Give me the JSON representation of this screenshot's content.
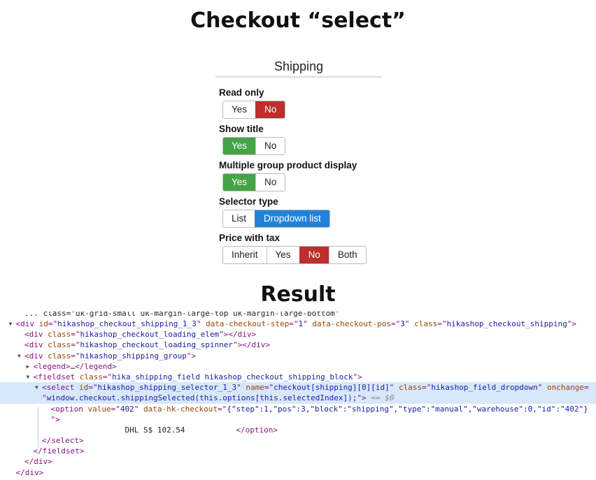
{
  "title": "Checkout “select”",
  "panel": {
    "title": "Shipping",
    "fields": [
      {
        "label": "Read only",
        "options": [
          "Yes",
          "No"
        ],
        "selected": "No",
        "color": "#bd2f2a"
      },
      {
        "label": "Show title",
        "options": [
          "Yes",
          "No"
        ],
        "selected": "Yes",
        "color": "#45a347"
      },
      {
        "label": "Multiple group product display",
        "options": [
          "Yes",
          "No"
        ],
        "selected": "Yes",
        "color": "#45a347"
      },
      {
        "label": "Selector type",
        "options": [
          "List",
          "Dropdown list"
        ],
        "selected": "Dropdown list",
        "color": "#2382d8"
      },
      {
        "label": "Price with tax",
        "options": [
          "Inherit",
          "Yes",
          "No",
          "Both"
        ],
        "selected": "No",
        "color": "#bd2f2a"
      }
    ]
  },
  "result_title": "Result",
  "code": {
    "lines": [
      {
        "indent": 2,
        "first": true,
        "tokens": [
          {
            "t": "txt",
            "v": "... class=\"uk-grid-small uk-margin-large-top uk-margin-large-bottom\""
          }
        ]
      },
      {
        "indent": 1,
        "toggle": "open",
        "tokens": [
          {
            "t": "tag",
            "v": "<div "
          },
          {
            "t": "attr",
            "v": "id"
          },
          {
            "t": "tag",
            "v": "=\""
          },
          {
            "t": "val",
            "v": "hikashop_checkout_shipping_1_3"
          },
          {
            "t": "tag",
            "v": "\" "
          },
          {
            "t": "attr",
            "v": "data-checkout-step"
          },
          {
            "t": "tag",
            "v": "=\""
          },
          {
            "t": "val",
            "v": "1"
          },
          {
            "t": "tag",
            "v": "\" "
          },
          {
            "t": "attr",
            "v": "data-checkout-pos"
          },
          {
            "t": "tag",
            "v": "=\""
          },
          {
            "t": "val",
            "v": "3"
          },
          {
            "t": "tag",
            "v": "\" "
          },
          {
            "t": "attr",
            "v": "class"
          },
          {
            "t": "tag",
            "v": "=\""
          },
          {
            "t": "val",
            "v": "hikashop_checkout_shipping"
          },
          {
            "t": "tag",
            "v": "\">"
          }
        ]
      },
      {
        "indent": 2,
        "tokens": [
          {
            "t": "tag",
            "v": "<div "
          },
          {
            "t": "attr",
            "v": "class"
          },
          {
            "t": "tag",
            "v": "=\""
          },
          {
            "t": "val",
            "v": "hikashop_checkout_loading_elem"
          },
          {
            "t": "tag",
            "v": "\"></div>"
          }
        ]
      },
      {
        "indent": 2,
        "tokens": [
          {
            "t": "tag",
            "v": "<div "
          },
          {
            "t": "attr",
            "v": "class"
          },
          {
            "t": "tag",
            "v": "=\""
          },
          {
            "t": "val",
            "v": "hikashop_checkout_loading_spinner"
          },
          {
            "t": "tag",
            "v": "\"></div>"
          }
        ]
      },
      {
        "indent": 2,
        "toggle": "open",
        "tokens": [
          {
            "t": "tag",
            "v": "<div "
          },
          {
            "t": "attr",
            "v": "class"
          },
          {
            "t": "tag",
            "v": "=\""
          },
          {
            "t": "val",
            "v": "hikashop_shipping_group"
          },
          {
            "t": "tag",
            "v": "\">"
          }
        ]
      },
      {
        "indent": 3,
        "toggle": "closed",
        "tokens": [
          {
            "t": "tag",
            "v": "<legend>"
          },
          {
            "t": "txt",
            "v": "…"
          },
          {
            "t": "tag",
            "v": "</legend>"
          }
        ]
      },
      {
        "indent": 3,
        "toggle": "open",
        "tokens": [
          {
            "t": "tag",
            "v": "<fieldset "
          },
          {
            "t": "attr",
            "v": "class"
          },
          {
            "t": "tag",
            "v": "=\""
          },
          {
            "t": "val",
            "v": "hika_shipping_field hikashop_checkout_shipping_block"
          },
          {
            "t": "tag",
            "v": "\">"
          }
        ]
      },
      {
        "indent": 4,
        "toggle": "open",
        "hl": true,
        "tokens": [
          {
            "t": "tag",
            "v": "<select "
          },
          {
            "t": "attr",
            "v": "id"
          },
          {
            "t": "tag",
            "v": "=\""
          },
          {
            "t": "val",
            "v": "hikashop_shipping_selector_1_3"
          },
          {
            "t": "tag",
            "v": "\" "
          },
          {
            "t": "attr",
            "v": "name"
          },
          {
            "t": "tag",
            "v": "=\""
          },
          {
            "t": "val",
            "v": "checkout[shipping][0][id]"
          },
          {
            "t": "tag",
            "v": "\" "
          },
          {
            "t": "attr",
            "v": "class"
          },
          {
            "t": "tag",
            "v": "=\""
          },
          {
            "t": "val",
            "v": "hikashop_field_dropdown"
          },
          {
            "t": "tag",
            "v": "\" "
          },
          {
            "t": "attr",
            "v": "onchange"
          },
          {
            "t": "tag",
            "v": "="
          }
        ]
      },
      {
        "indent": 4,
        "hl": true,
        "tokens": [
          {
            "t": "tag",
            "v": "\""
          },
          {
            "t": "val",
            "v": "window.checkout.shippingSelected(this.options[this.selectedIndex]);"
          },
          {
            "t": "tag",
            "v": "\">"
          },
          {
            "t": "dim",
            "v": " == $0"
          }
        ]
      },
      {
        "indent": 5,
        "tokens": [
          {
            "t": "tag",
            "v": "<option "
          },
          {
            "t": "attr",
            "v": "value"
          },
          {
            "t": "tag",
            "v": "=\""
          },
          {
            "t": "val",
            "v": "402"
          },
          {
            "t": "tag",
            "v": "\" "
          },
          {
            "t": "attr",
            "v": "data-hk-checkout"
          },
          {
            "t": "tag",
            "v": "=\""
          },
          {
            "t": "val",
            "v": "{\"step\":1,\"pos\":3,\"block\":\"shipping\",\"type\":\"manual\",\"warehouse\":0,\"id\":\"402\"}"
          }
        ]
      },
      {
        "indent": 5,
        "tokens": [
          {
            "t": "tag",
            "v": "\">"
          }
        ]
      },
      {
        "indent": 5,
        "tokens": [
          {
            "t": "txt",
            "v": "                DHL S$ 102.54           "
          },
          {
            "t": "tag",
            "v": "</option>"
          }
        ]
      },
      {
        "indent": 4,
        "tokens": [
          {
            "t": "tag",
            "v": "</select>"
          }
        ]
      },
      {
        "indent": 3,
        "tokens": [
          {
            "t": "tag",
            "v": "</fieldset>"
          }
        ]
      },
      {
        "indent": 2,
        "tokens": [
          {
            "t": "tag",
            "v": "</div>"
          }
        ]
      },
      {
        "indent": 1,
        "tokens": [
          {
            "t": "tag",
            "v": "</div>"
          }
        ]
      }
    ]
  }
}
